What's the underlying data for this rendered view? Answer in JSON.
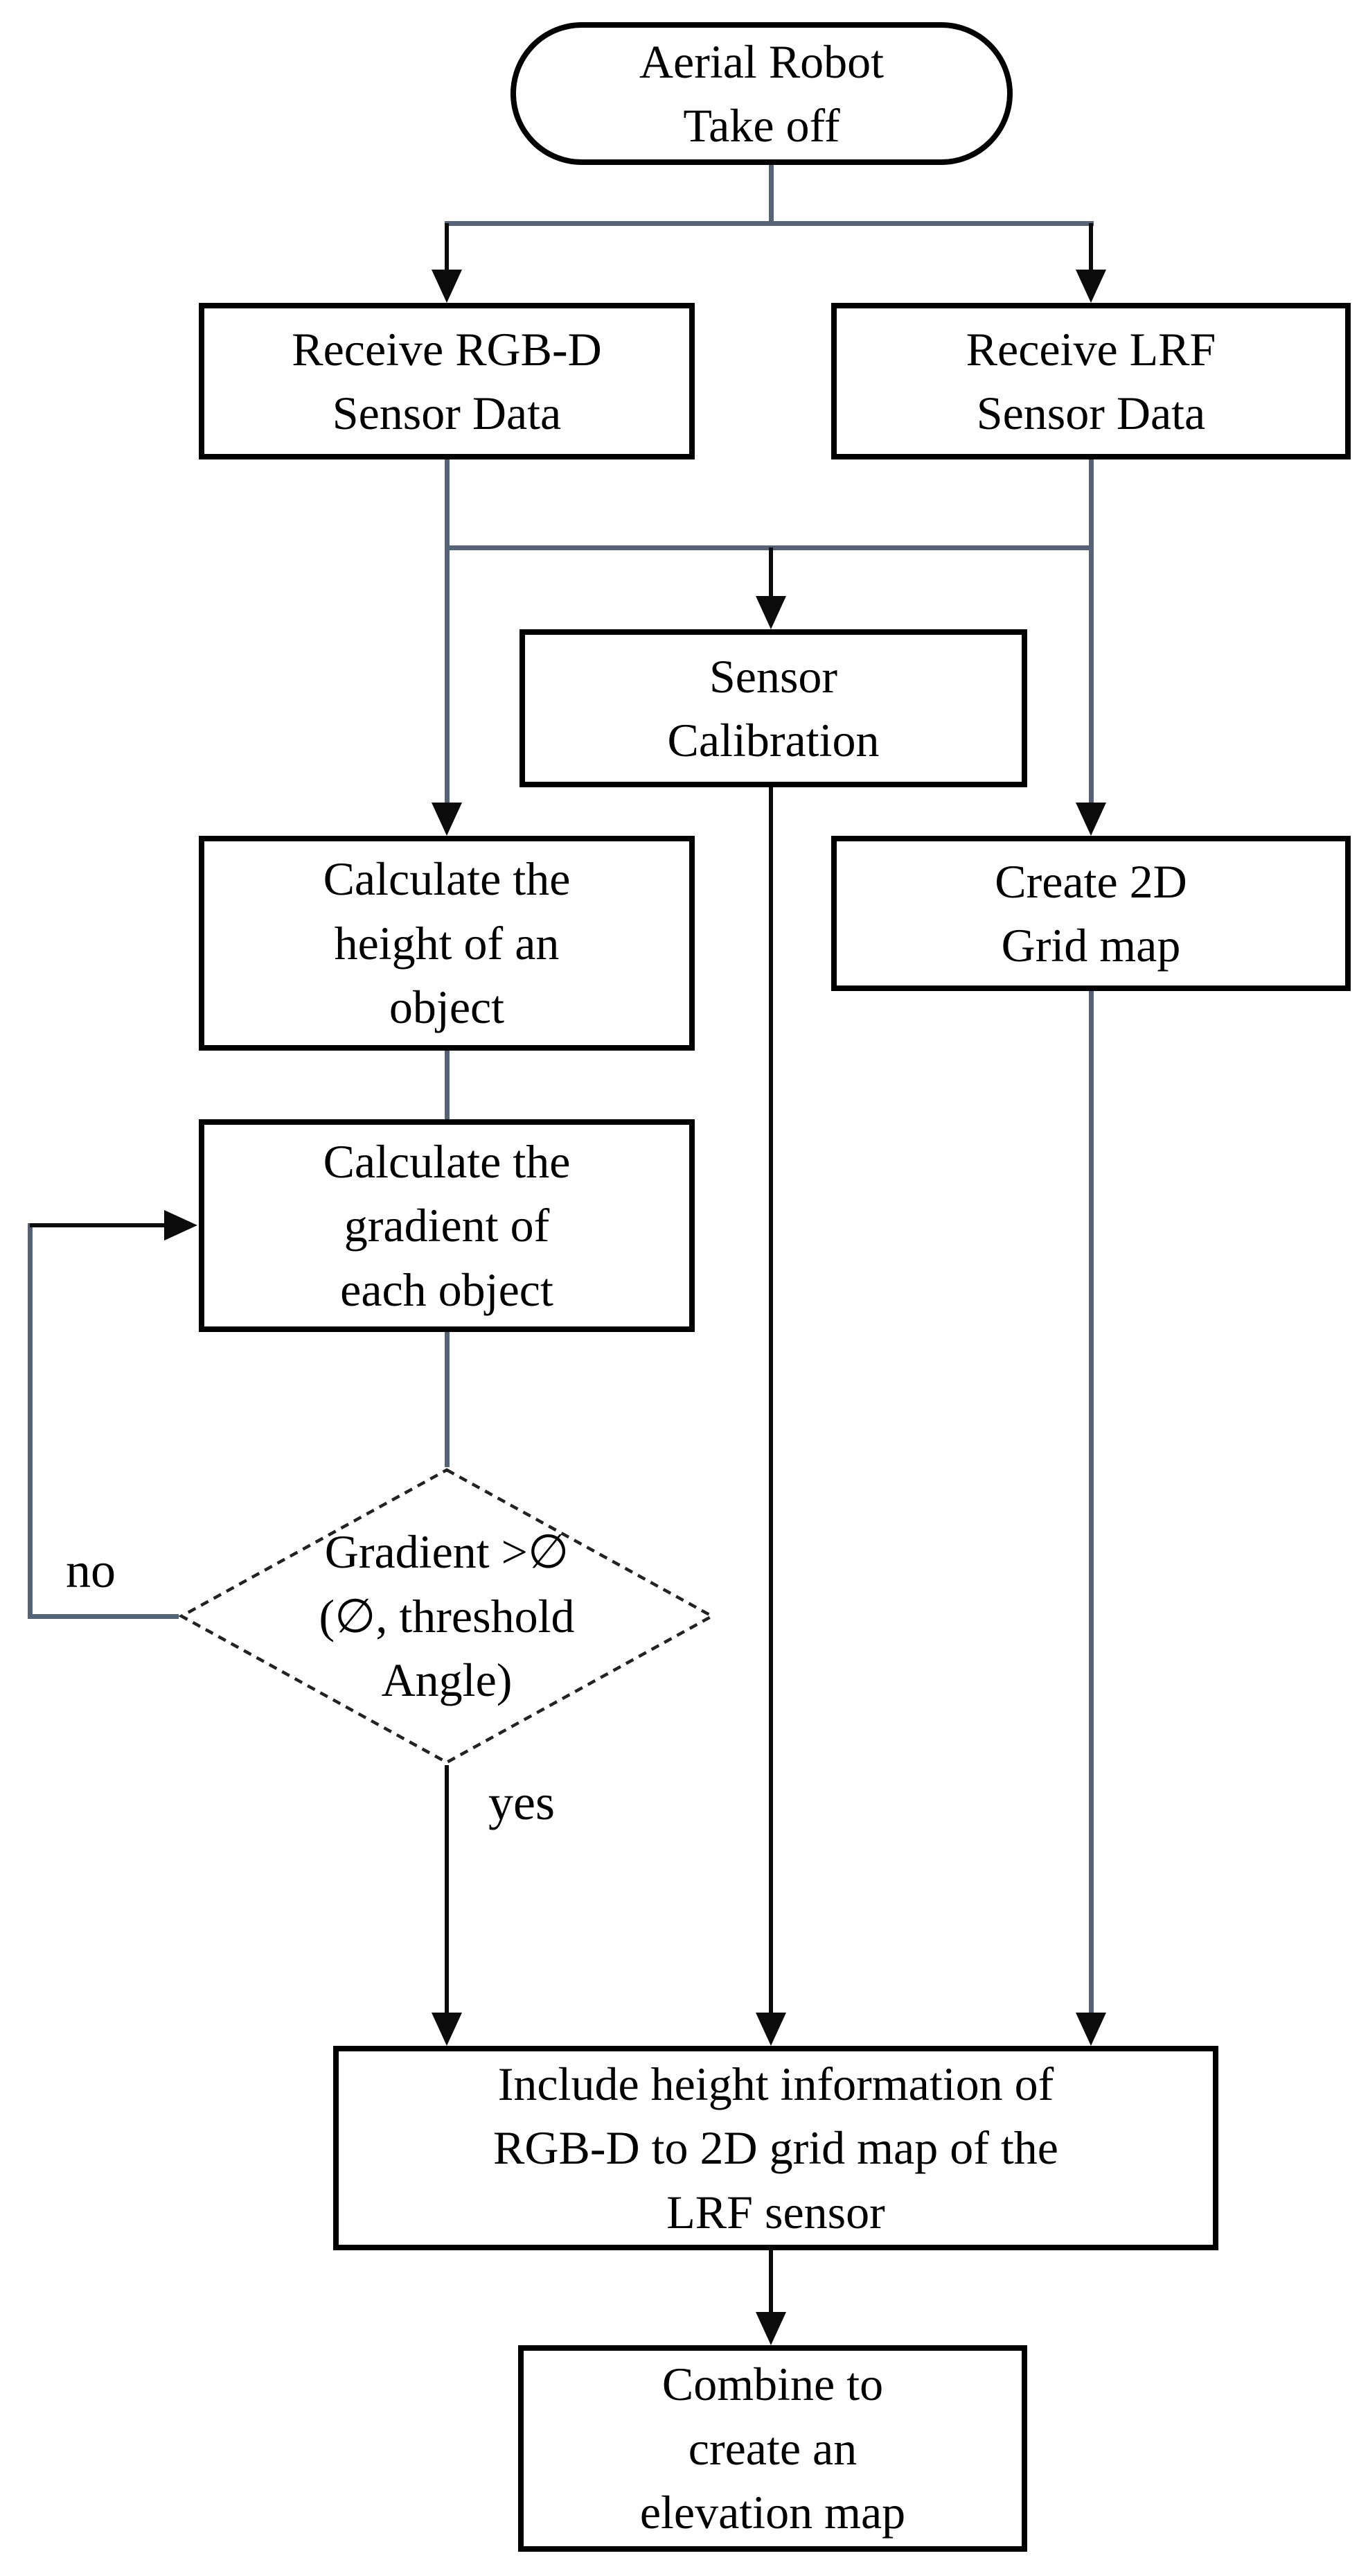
{
  "nodes": {
    "start": {
      "label": "Aerial Robot\nTake off"
    },
    "receive_rgbd": {
      "label": "Receive RGB-D\nSensor Data"
    },
    "receive_lrf": {
      "label": "Receive LRF\nSensor Data"
    },
    "sensor_calibration": {
      "label": "Sensor\nCalibration"
    },
    "calc_height": {
      "label": "Calculate the\nheight of an\nobject"
    },
    "create_grid": {
      "label": "Create 2D\nGrid map"
    },
    "calc_gradient": {
      "label": "Calculate the\ngradient of\neach object"
    },
    "gradient_decision": {
      "label": "Gradient >∅\n(∅, threshold\nAngle)"
    },
    "include_height": {
      "label": "Include height information of\nRGB-D to 2D grid map of the\nLRF sensor"
    },
    "combine": {
      "label": "Combine to\ncreate an\nelevation map"
    }
  },
  "edge_labels": {
    "no": "no",
    "yes": "yes"
  },
  "colors": {
    "connector_gray": "#566377",
    "connector_black": "#0b0b0b",
    "node_border": "#000000",
    "background": "#ffffff"
  }
}
